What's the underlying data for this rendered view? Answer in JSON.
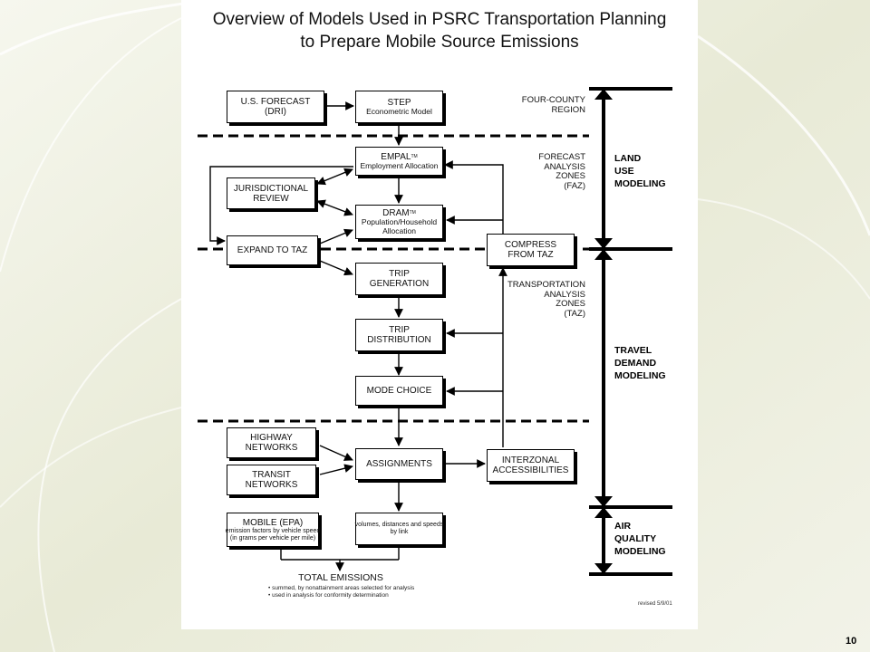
{
  "title_line1": "Overview of Models Used in PSRC Transportation Planning",
  "title_line2": "to Prepare Mobile Source Emissions",
  "boxes": {
    "us_forecast": {
      "line1": "U.S. FORECAST",
      "line2": "(DRI)"
    },
    "step": {
      "line1": "STEP",
      "line2": "Econometric Model"
    },
    "empal": {
      "line1": "EMPAL",
      "tm": "TM",
      "line2": "Employment Allocation"
    },
    "juris": {
      "line1": "JURISDICTIONAL",
      "line2": "REVIEW"
    },
    "dram": {
      "line1": "DRAM",
      "tm": "TM",
      "line2": "Population/Household",
      "line3": "Allocation"
    },
    "expand": {
      "line1": "EXPAND TO TAZ"
    },
    "compress": {
      "line1": "COMPRESS",
      "line2": "FROM TAZ"
    },
    "tripgen": {
      "line1": "TRIP",
      "line2": "GENERATION"
    },
    "tripdist": {
      "line1": "TRIP",
      "line2": "DISTRIBUTION"
    },
    "mode": {
      "line1": "MODE CHOICE"
    },
    "highway": {
      "line1": "HIGHWAY",
      "line2": "NETWORKS"
    },
    "transit": {
      "line1": "TRANSIT",
      "line2": "NETWORKS"
    },
    "assign": {
      "line1": "ASSIGNMENTS"
    },
    "interzonal": {
      "line1": "INTERZONAL",
      "line2": "ACCESSIBILITIES"
    },
    "mobile": {
      "line1": "MOBILE (EPA)",
      "line2": "emission factors by vehicle speed",
      "line3": "(in grams per vehicle per mile)"
    },
    "volumes": {
      "line1": "volumes, distances and speeds",
      "line2": "by link"
    }
  },
  "zones": {
    "four_county": "FOUR-COUNTY\nREGION",
    "faz": "FORECAST\nANALYSIS\nZONES\n(FAZ)",
    "taz": "TRANSPORTATION\nANALYSIS\nZONES\n(TAZ)"
  },
  "sections": {
    "land_use": "LAND\nUSE\nMODELING",
    "travel": "TRAVEL\nDEMAND\nMODELING",
    "air": "AIR\nQUALITY\nMODELING"
  },
  "total_emissions": "TOTAL EMISSIONS",
  "notes": [
    "• summed, by nonattainment areas selected for analysis",
    "• used in analysis for conformity determination"
  ],
  "revised": "revised 5/9/01",
  "page_number": "10",
  "colors": {
    "background": "#eef0e2",
    "sheet": "#ffffff",
    "ink": "#000000"
  }
}
